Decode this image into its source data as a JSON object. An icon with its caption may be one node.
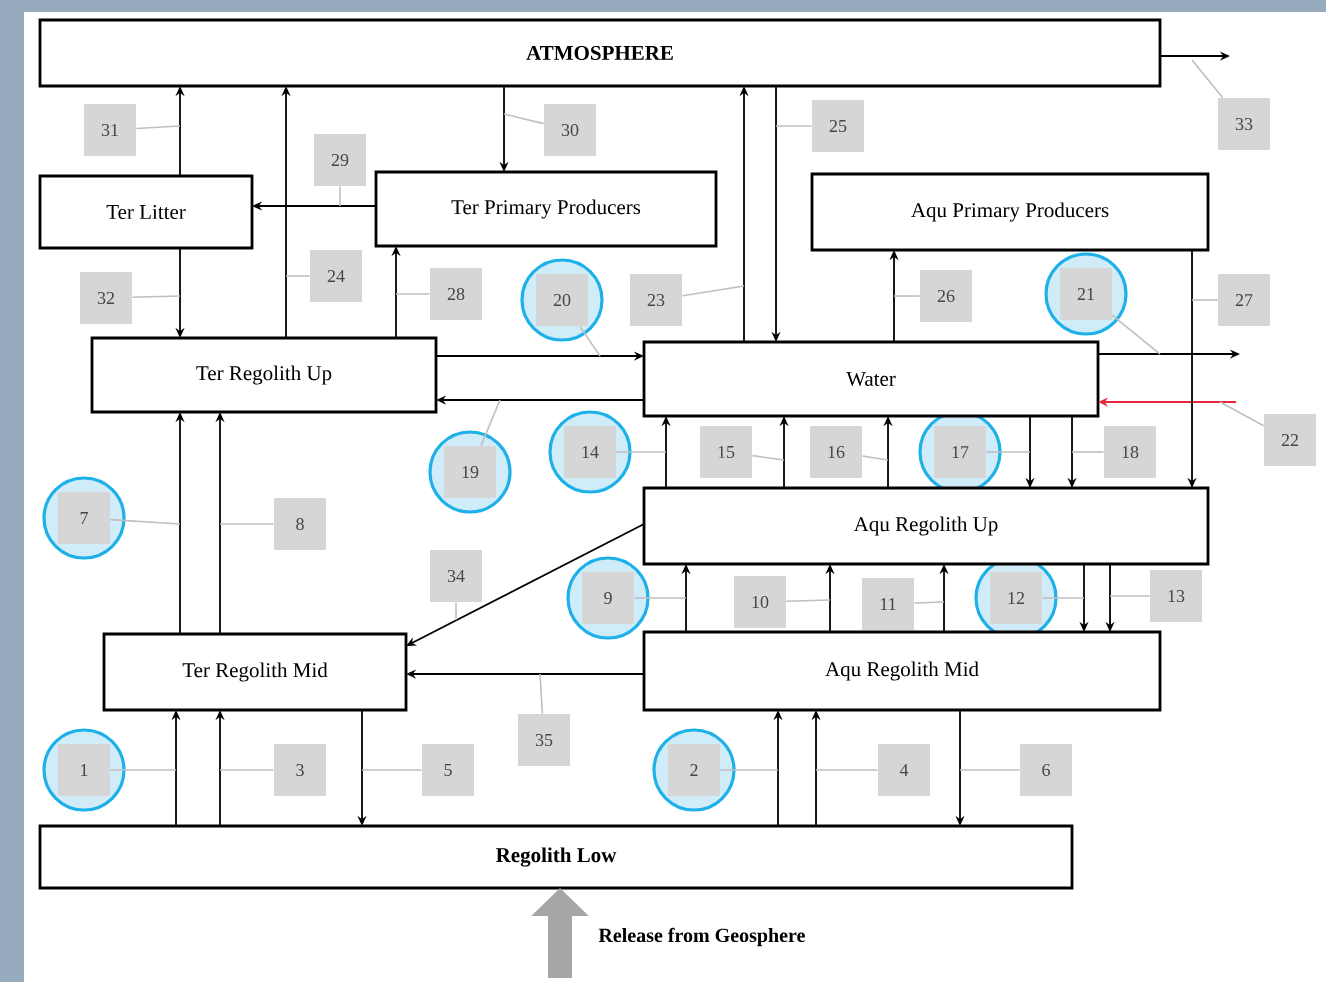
{
  "diagram": {
    "nodes": [
      {
        "text": [
          "ATMOSPHERE"
        ]
      },
      {
        "text": [
          "Ter Litter"
        ]
      },
      {
        "text": [
          "Ter Primary Producers"
        ]
      },
      {
        "text": [
          "Aqu Primary Producers"
        ]
      },
      {
        "text": [
          "Ter Regolith Up"
        ]
      },
      {
        "text": [
          "Water"
        ]
      },
      {
        "text": [
          "Aqu Regolith Up"
        ]
      },
      {
        "text": [
          "Ter Regolith Mid"
        ]
      },
      {
        "text": [
          "Aqu Regolith Mid"
        ]
      },
      {
        "text": [
          "Regolith Low"
        ]
      },
      {
        "text": [
          "1"
        ]
      },
      {
        "text": [
          "2"
        ]
      },
      {
        "text": [
          "3"
        ]
      },
      {
        "text": [
          "4"
        ]
      },
      {
        "text": [
          "5"
        ]
      },
      {
        "text": [
          "6"
        ]
      },
      {
        "text": [
          "7"
        ]
      },
      {
        "text": [
          "8"
        ]
      },
      {
        "text": [
          "9"
        ]
      },
      {
        "text": [
          "10"
        ]
      },
      {
        "text": [
          "11"
        ]
      },
      {
        "text": [
          "12"
        ]
      },
      {
        "text": [
          "13"
        ]
      },
      {
        "text": [
          "14"
        ]
      },
      {
        "text": [
          "15"
        ]
      },
      {
        "text": [
          "16"
        ]
      },
      {
        "text": [
          "17"
        ]
      },
      {
        "text": [
          "18"
        ]
      },
      {
        "text": [
          "19"
        ]
      },
      {
        "text": [
          "20"
        ]
      },
      {
        "text": [
          "21"
        ]
      },
      {
        "text": [
          "22"
        ]
      },
      {
        "text": [
          "23"
        ]
      },
      {
        "text": [
          "24"
        ]
      },
      {
        "text": [
          "25"
        ]
      },
      {
        "text": [
          "26"
        ]
      },
      {
        "text": [
          "27"
        ]
      },
      {
        "text": [
          "28"
        ]
      },
      {
        "text": [
          "29"
        ]
      },
      {
        "text": [
          "30"
        ]
      },
      {
        "text": [
          "31"
        ]
      },
      {
        "text": [
          "32"
        ]
      },
      {
        "text": [
          "33"
        ]
      },
      {
        "text": [
          "34"
        ]
      },
      {
        "text": [
          "35"
        ]
      }
    ],
    "edges": [
      {
        "from": 9,
        "to": 7,
        "arrow": "to",
        "color": "#000000"
      },
      {
        "from": 9,
        "to": 8,
        "arrow": "to",
        "color": "#000000"
      },
      {
        "from": 9,
        "to": 7,
        "arrow": "to",
        "color": "#000000"
      },
      {
        "from": 9,
        "to": 8,
        "arrow": "to",
        "color": "#000000"
      },
      {
        "from": 7,
        "to": 9,
        "arrow": "to",
        "color": "#000000"
      },
      {
        "from": 8,
        "to": 9,
        "arrow": "to",
        "color": "#000000"
      },
      {
        "from": 7,
        "to": 4,
        "arrow": "to",
        "color": "#000000"
      },
      {
        "from": 7,
        "to": 4,
        "arrow": "to",
        "color": "#000000"
      },
      {
        "from": 8,
        "to": 6,
        "arrow": "to",
        "color": "#000000"
      },
      {
        "from": 8,
        "to": 6,
        "arrow": "to",
        "color": "#000000"
      },
      {
        "from": 8,
        "to": 6,
        "arrow": "to",
        "color": "#000000"
      },
      {
        "from": 6,
        "to": 8,
        "arrow": "to",
        "color": "#000000"
      },
      {
        "from": 6,
        "to": 8,
        "arrow": "to",
        "color": "#000000"
      },
      {
        "from": 6,
        "to": 5,
        "arrow": "to",
        "color": "#000000"
      },
      {
        "from": 6,
        "to": 5,
        "arrow": "to",
        "color": "#000000"
      },
      {
        "from": 6,
        "to": 5,
        "arrow": "to",
        "color": "#000000"
      },
      {
        "from": 5,
        "to": 6,
        "arrow": "to",
        "color": "#000000"
      },
      {
        "from": 5,
        "to": 6,
        "arrow": "to",
        "color": "#000000"
      },
      {
        "from": 5,
        "to": 4,
        "arrow": "to",
        "color": "#000000"
      },
      {
        "from": 4,
        "to": 5,
        "arrow": "to",
        "color": "#000000"
      },
      {
        "from": 5,
        "to": null,
        "arrow": "to",
        "color": "#000000"
      },
      {
        "from": null,
        "to": 5,
        "arrow": "to",
        "color": "#e8263c"
      },
      {
        "from": 5,
        "to": 0,
        "arrow": "to",
        "color": "#000000"
      },
      {
        "from": 4,
        "to": 0,
        "arrow": "to",
        "color": "#000000"
      },
      {
        "from": 0,
        "to": 5,
        "arrow": "to",
        "color": "#000000"
      },
      {
        "from": 5,
        "to": 3,
        "arrow": "to",
        "color": "#000000"
      },
      {
        "from": 3,
        "to": 6,
        "arrow": "to",
        "color": "#000000"
      },
      {
        "from": 4,
        "to": 2,
        "arrow": "to",
        "color": "#000000"
      },
      {
        "from": 2,
        "to": 1,
        "arrow": "to",
        "color": "#000000"
      },
      {
        "from": 0,
        "to": 2,
        "arrow": "to",
        "color": "#000000"
      },
      {
        "from": 1,
        "to": 0,
        "arrow": "to",
        "color": "#000000"
      },
      {
        "from": 1,
        "to": 4,
        "arrow": "to",
        "color": "#000000"
      },
      {
        "from": 0,
        "to": null,
        "arrow": "to",
        "color": "#000000"
      },
      {
        "from": 6,
        "to": 7,
        "arrow": "to",
        "color": "#000000"
      },
      {
        "from": 8,
        "to": 7,
        "arrow": "to",
        "color": "#000000"
      },
      {
        "from": null,
        "to": 9,
        "arrow": "to",
        "style": "thick",
        "color": "#a6a6a6",
        "label": "Release from Geosphere"
      },
      {
        "from": 10,
        "to": null,
        "arrow": "none",
        "color": "#bfbfbf"
      },
      {
        "from": 11,
        "to": null,
        "arrow": "none",
        "color": "#bfbfbf"
      },
      {
        "from": 12,
        "to": null,
        "arrow": "none",
        "color": "#bfbfbf"
      },
      {
        "from": 13,
        "to": null,
        "arrow": "none",
        "color": "#bfbfbf"
      },
      {
        "from": 14,
        "to": null,
        "arrow": "none",
        "color": "#bfbfbf"
      },
      {
        "from": 15,
        "to": null,
        "arrow": "none",
        "color": "#bfbfbf"
      },
      {
        "from": 16,
        "to": null,
        "arrow": "none",
        "color": "#bfbfbf"
      },
      {
        "from": 17,
        "to": null,
        "arrow": "none",
        "color": "#bfbfbf"
      },
      {
        "from": 18,
        "to": null,
        "arrow": "none",
        "color": "#bfbfbf"
      },
      {
        "from": 19,
        "to": null,
        "arrow": "none",
        "color": "#bfbfbf"
      },
      {
        "from": 20,
        "to": null,
        "arrow": "none",
        "color": "#bfbfbf"
      },
      {
        "from": 21,
        "to": null,
        "arrow": "none",
        "color": "#bfbfbf"
      },
      {
        "from": 22,
        "to": null,
        "arrow": "none",
        "color": "#bfbfbf"
      },
      {
        "from": 23,
        "to": null,
        "arrow": "none",
        "color": "#bfbfbf"
      },
      {
        "from": 24,
        "to": null,
        "arrow": "none",
        "color": "#bfbfbf"
      },
      {
        "from": 25,
        "to": null,
        "arrow": "none",
        "color": "#bfbfbf"
      },
      {
        "from": 26,
        "to": null,
        "arrow": "none",
        "color": "#bfbfbf"
      },
      {
        "from": 27,
        "to": null,
        "arrow": "none",
        "color": "#bfbfbf"
      },
      {
        "from": 28,
        "to": null,
        "arrow": "none",
        "color": "#bfbfbf"
      },
      {
        "from": 29,
        "to": null,
        "arrow": "none",
        "color": "#bfbfbf"
      },
      {
        "from": 30,
        "to": null,
        "arrow": "none",
        "color": "#bfbfbf"
      },
      {
        "from": 31,
        "to": null,
        "arrow": "none",
        "color": "#bfbfbf"
      },
      {
        "from": 32,
        "to": null,
        "arrow": "none",
        "color": "#bfbfbf"
      },
      {
        "from": 33,
        "to": null,
        "arrow": "none",
        "color": "#bfbfbf"
      },
      {
        "from": 34,
        "to": null,
        "arrow": "none",
        "color": "#bfbfbf"
      },
      {
        "from": 35,
        "to": null,
        "arrow": "none",
        "color": "#bfbfbf"
      },
      {
        "from": 36,
        "to": null,
        "arrow": "none",
        "color": "#bfbfbf"
      },
      {
        "from": 37,
        "to": null,
        "arrow": "none",
        "color": "#bfbfbf"
      },
      {
        "from": 38,
        "to": null,
        "arrow": "none",
        "color": "#bfbfbf"
      },
      {
        "from": 39,
        "to": null,
        "arrow": "none",
        "color": "#bfbfbf"
      },
      {
        "from": 40,
        "to": null,
        "arrow": "none",
        "color": "#bfbfbf"
      },
      {
        "from": 41,
        "to": null,
        "arrow": "none",
        "color": "#bfbfbf"
      },
      {
        "from": 42,
        "to": null,
        "arrow": "none",
        "color": "#bfbfbf"
      },
      {
        "from": 43,
        "to": null,
        "arrow": "none",
        "color": "#bfbfbf"
      },
      {
        "from": 44,
        "to": null,
        "arrow": "none",
        "color": "#bfbfbf"
      }
    ]
  }
}
